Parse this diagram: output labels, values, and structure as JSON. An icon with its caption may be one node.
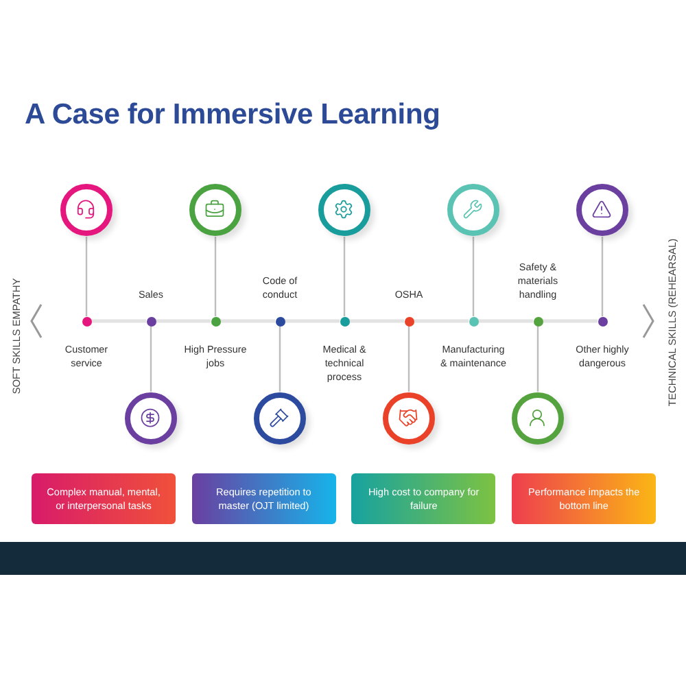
{
  "diagram": {
    "title": "A Case for Immersive Learning",
    "nodes": [
      {
        "text": [
          "Customer service"
        ]
      },
      {
        "text": [
          "Sales"
        ]
      },
      {
        "text": [
          "High Pressure jobs"
        ]
      },
      {
        "text": [
          "Code of conduct"
        ]
      },
      {
        "text": [
          "Medical & technical process"
        ]
      },
      {
        "text": [
          "OSHA"
        ]
      },
      {
        "text": [
          "Manufacturing & maintenance"
        ]
      },
      {
        "text": [
          "Safety & materials handling"
        ]
      },
      {
        "text": [
          "Other highly dangerous"
        ]
      },
      {
        "text": [],
        "shape": "circle"
      },
      {
        "text": [],
        "shape": "circle"
      },
      {
        "text": [],
        "shape": "circle"
      },
      {
        "text": [],
        "shape": "circle"
      },
      {
        "text": [],
        "shape": "circle"
      },
      {
        "text": [],
        "shape": "circle"
      },
      {
        "text": [],
        "shape": "circle"
      },
      {
        "text": [],
        "shape": "circle"
      },
      {
        "text": [],
        "shape": "circle"
      },
      {
        "text": [],
        "shape": "circle"
      },
      {
        "text": [],
        "shape": "circle"
      },
      {
        "text": [],
        "shape": "circle"
      },
      {
        "text": [],
        "shape": "circle"
      },
      {
        "text": [],
        "shape": "circle"
      },
      {
        "text": [],
        "shape": "circle"
      },
      {
        "text": [],
        "shape": "circle"
      },
      {
        "text": [],
        "shape": "circle"
      },
      {
        "text": [],
        "shape": "circle"
      },
      {
        "text": [
          "Complex manual, mental, or interpersonal tasks"
        ]
      },
      {
        "text": [
          "Requires repetition to master (OJT limited)"
        ]
      },
      {
        "text": [
          "High cost to company for failure"
        ]
      },
      {
        "text": [
          "Performance impacts the bottom line"
        ]
      }
    ],
    "edges": [
      {
        "from": 9,
        "to": 18,
        "arrow": "none"
      },
      {
        "from": 10,
        "to": 19,
        "arrow": "none"
      },
      {
        "from": 11,
        "to": 20,
        "arrow": "none"
      },
      {
        "from": 12,
        "to": 21,
        "arrow": "none"
      },
      {
        "from": 13,
        "to": 22,
        "arrow": "none"
      },
      {
        "from": 14,
        "to": 23,
        "arrow": "none"
      },
      {
        "from": 15,
        "to": 24,
        "arrow": "none"
      },
      {
        "from": 16,
        "to": 25,
        "arrow": "none"
      },
      {
        "from": 17,
        "to": 26,
        "arrow": "none"
      },
      {
        "from": 18,
        "to": 19,
        "arrow": "none"
      },
      {
        "from": 19,
        "to": 20,
        "arrow": "none"
      },
      {
        "from": 20,
        "to": 21,
        "arrow": "none"
      },
      {
        "from": 21,
        "to": 22,
        "arrow": "none"
      },
      {
        "from": 22,
        "to": 23,
        "arrow": "none"
      },
      {
        "from": 23,
        "to": 24,
        "arrow": "none"
      },
      {
        "from": 24,
        "to": 25,
        "arrow": "none"
      },
      {
        "from": 25,
        "to": 26,
        "arrow": "none"
      }
    ],
    "labels": [
      "SOFT SKILLS EMPATHY",
      "TECHNICAL SKILLS (REHEARSAL)"
    ]
  }
}
